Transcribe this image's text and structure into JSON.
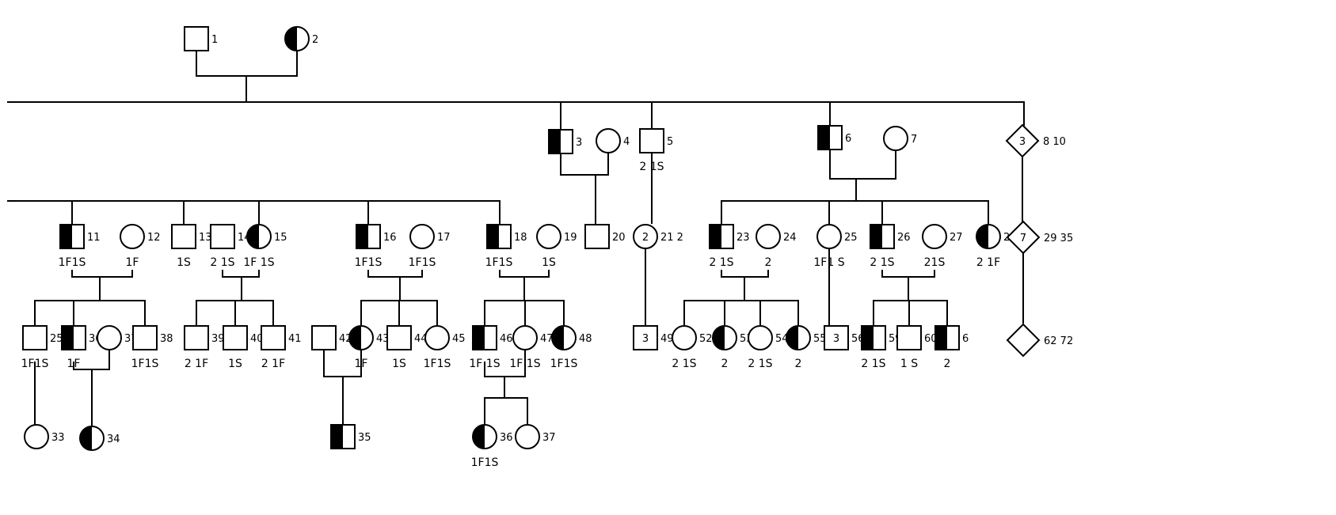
{
  "individuals": [
    {
      "id": "I1",
      "shape": "square",
      "fill": "none",
      "label": "1"
    },
    {
      "id": "I2",
      "shape": "circle",
      "fill": "left",
      "label": "2"
    },
    {
      "id": "I3",
      "shape": "square",
      "fill": "left",
      "label": "3"
    },
    {
      "id": "I4",
      "shape": "circle",
      "fill": "none",
      "label": "4"
    },
    {
      "id": "I5",
      "shape": "square",
      "fill": "none",
      "label": "5",
      "sub": "2 1S"
    },
    {
      "id": "I6",
      "shape": "square",
      "fill": "left",
      "label": "6"
    },
    {
      "id": "I7",
      "shape": "circle",
      "fill": "none",
      "label": "7"
    },
    {
      "id": "D8",
      "shape": "diamond",
      "fill": "none",
      "inner": "3",
      "label": "8  10"
    },
    {
      "id": "I11",
      "shape": "square",
      "fill": "left",
      "label": "11",
      "sub": "1F1S"
    },
    {
      "id": "I12",
      "shape": "circle",
      "fill": "none",
      "label": "12",
      "sub": "1F"
    },
    {
      "id": "I13",
      "shape": "square",
      "fill": "none",
      "label": "13",
      "sub": "1S"
    },
    {
      "id": "I14",
      "shape": "square",
      "fill": "none",
      "label": "14",
      "sub": "2 1S"
    },
    {
      "id": "I15",
      "shape": "circle",
      "fill": "left",
      "label": "15",
      "sub": "1F 1S"
    },
    {
      "id": "I16",
      "shape": "square",
      "fill": "left",
      "label": "16",
      "sub": "1F1S"
    },
    {
      "id": "I17",
      "shape": "circle",
      "fill": "none",
      "label": "17",
      "sub": "1F1S"
    },
    {
      "id": "I18",
      "shape": "square",
      "fill": "left",
      "label": "18",
      "sub": "1F1S"
    },
    {
      "id": "I19",
      "shape": "circle",
      "fill": "none",
      "label": "19",
      "sub": "1S"
    },
    {
      "id": "I20",
      "shape": "square",
      "fill": "none",
      "label": "20"
    },
    {
      "id": "C21",
      "shape": "circle",
      "fill": "none",
      "inner": "2",
      "label": "21 2"
    },
    {
      "id": "I23",
      "shape": "square",
      "fill": "left",
      "label": "23",
      "sub": "2 1S"
    },
    {
      "id": "I24",
      "shape": "circle",
      "fill": "none",
      "label": "24",
      "sub": "2"
    },
    {
      "id": "I25",
      "shape": "circle",
      "fill": "none",
      "label": "25",
      "sub": "1F1 S"
    },
    {
      "id": "I26",
      "shape": "square",
      "fill": "left",
      "label": "26",
      "sub": "2 1S"
    },
    {
      "id": "I27",
      "shape": "circle",
      "fill": "none",
      "label": "27",
      "sub": "21S"
    },
    {
      "id": "I28",
      "shape": "circle",
      "fill": "left",
      "label": "28",
      "sub": "2 1F"
    },
    {
      "id": "D29",
      "shape": "diamond",
      "fill": "none",
      "inner": "7",
      "label": "29  35"
    },
    {
      "id": "I25b",
      "shape": "square",
      "fill": "none",
      "label": "25",
      "sub": "1F1S"
    },
    {
      "id": "I36",
      "shape": "square",
      "fill": "left",
      "label": "36",
      "sub": "1F"
    },
    {
      "id": "I37",
      "shape": "circle",
      "fill": "none",
      "label": "37"
    },
    {
      "id": "I38",
      "shape": "square",
      "fill": "none",
      "label": "38",
      "sub": "1F1S"
    },
    {
      "id": "I39",
      "shape": "square",
      "fill": "none",
      "label": "39",
      "sub": "2 1F"
    },
    {
      "id": "I40",
      "shape": "square",
      "fill": "none",
      "label": "40",
      "sub": "1S"
    },
    {
      "id": "I41",
      "shape": "square",
      "fill": "none",
      "label": "41",
      "sub": "2 1F"
    },
    {
      "id": "I42",
      "shape": "square",
      "fill": "none",
      "label": "42"
    },
    {
      "id": "I43",
      "shape": "circle",
      "fill": "left",
      "label": "43",
      "sub": "1F"
    },
    {
      "id": "I44",
      "shape": "square",
      "fill": "none",
      "label": "44",
      "sub": "1S"
    },
    {
      "id": "I45",
      "shape": "circle",
      "fill": "none",
      "label": "45",
      "sub": "1F1S"
    },
    {
      "id": "I46",
      "shape": "square",
      "fill": "left",
      "label": "46",
      "sub": "1F 1S"
    },
    {
      "id": "I47",
      "shape": "circle",
      "fill": "none",
      "label": "47",
      "sub": "1F 1S"
    },
    {
      "id": "I48",
      "shape": "circle",
      "fill": "left",
      "label": "48",
      "sub": "1F1S"
    },
    {
      "id": "S49",
      "shape": "square",
      "fill": "none",
      "inner": "3",
      "label": "49  51"
    },
    {
      "id": "I52",
      "shape": "circle",
      "fill": "none",
      "label": "52",
      "sub": "2 1S"
    },
    {
      "id": "I53",
      "shape": "circle",
      "fill": "left",
      "label": "53",
      "sub": "2"
    },
    {
      "id": "I54",
      "shape": "circle",
      "fill": "none",
      "label": "54",
      "sub": "2 1S"
    },
    {
      "id": "I55",
      "shape": "circle",
      "fill": "left",
      "label": "55",
      "sub": "2"
    },
    {
      "id": "S56",
      "shape": "square",
      "fill": "none",
      "inner": "3",
      "label": "56-58"
    },
    {
      "id": "I59",
      "shape": "square",
      "fill": "left",
      "label": "59",
      "sub": "2 1S"
    },
    {
      "id": "I60",
      "shape": "square",
      "fill": "none",
      "label": "60",
      "sub": "1 S"
    },
    {
      "id": "I61",
      "shape": "square",
      "fill": "left",
      "label": "6",
      "sub": "2"
    },
    {
      "id": "D62",
      "shape": "diamond",
      "fill": "none",
      "label": "62  72"
    },
    {
      "id": "I33",
      "shape": "circle",
      "fill": "none",
      "label": "33"
    },
    {
      "id": "I34",
      "shape": "circle",
      "fill": "left",
      "label": "34"
    },
    {
      "id": "I35",
      "shape": "square",
      "fill": "left",
      "label": "35"
    },
    {
      "id": "I36b",
      "shape": "circle",
      "fill": "left",
      "label": "36",
      "sub": "1F1S"
    },
    {
      "id": "I37b",
      "shape": "circle",
      "fill": "none",
      "label": "37"
    }
  ]
}
